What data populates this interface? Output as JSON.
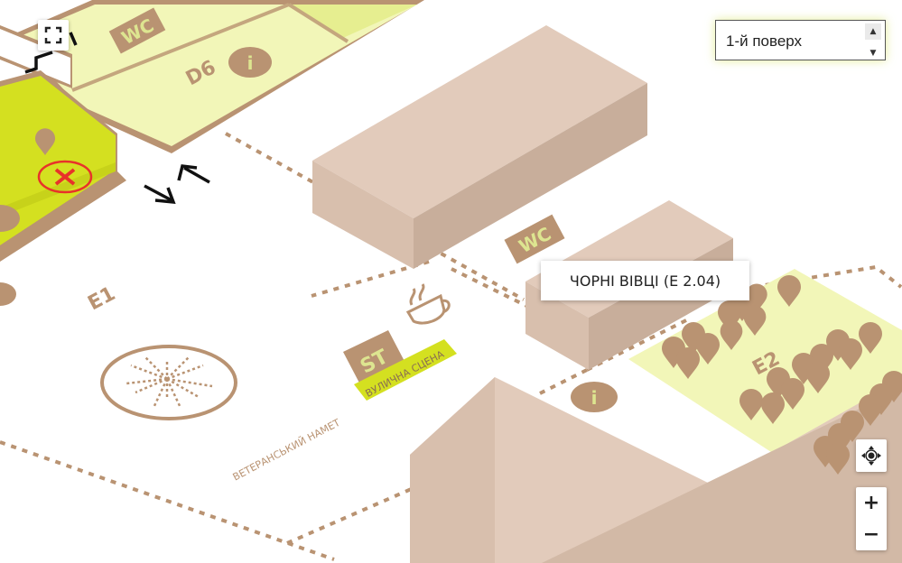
{
  "floor_select": {
    "value": "1-й поверх"
  },
  "tooltip": {
    "text": "ЧОРНІ ВІВЦІ (Е 2.04)"
  },
  "labels": {
    "wc_top": "WC",
    "wc_mid": "WC",
    "d6": "D6",
    "e1": "E1",
    "e2": "E2",
    "st": "ST",
    "street_stage": "ВУЛИЧНА СЦЕНА",
    "veteran_tent": "ВЕТЕРАНСЬКИЙ НАМЕТ",
    "info": "i"
  },
  "zoom": {
    "in": "+",
    "out": "−"
  },
  "colors": {
    "building": "#dfc9b9",
    "zone_light": "#f2f6b8",
    "zone_bright": "#d4e020",
    "brand_brown": "#b99372",
    "red_marker": "#e8322a"
  },
  "icons": {
    "fullscreen": "fullscreen-icon",
    "locate": "locate-icon",
    "coffee": "coffee-cup-icon",
    "closed": "closed-x-icon",
    "pin": "map-pin-icon"
  }
}
